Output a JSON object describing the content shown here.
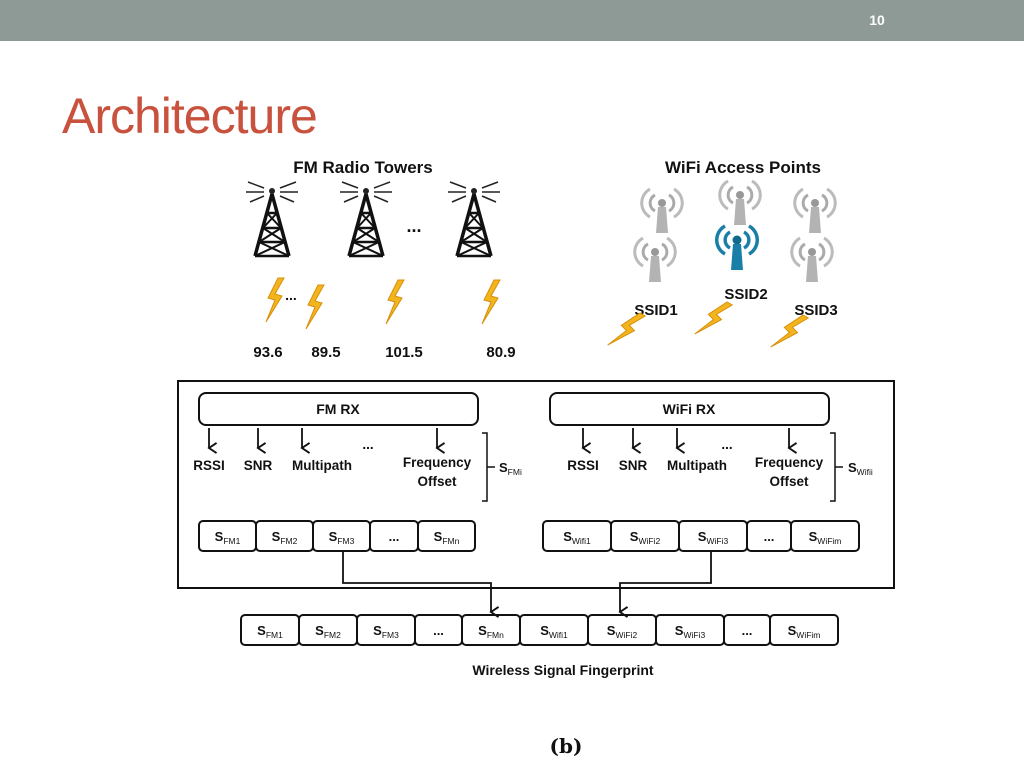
{
  "slide": {
    "number": "10",
    "title": "Architecture"
  },
  "figure": {
    "fm_header": "FM Radio Towers",
    "wifi_header": "WiFi Access Points",
    "fm_frequencies": [
      "93.6",
      "89.5",
      "101.5",
      "80.9"
    ],
    "ssids": [
      "SSID1",
      "SSID2",
      "SSID3"
    ],
    "ellipsis": "...",
    "fm_rx": {
      "label": "FM RX",
      "features": [
        "RSSI",
        "SNR",
        "Multipath",
        "...",
        "Frequency",
        "Offset"
      ],
      "bracket_label": "S",
      "bracket_sub": "FMi",
      "vector": [
        {
          "s": "S",
          "sub": "FM1"
        },
        {
          "s": "S",
          "sub": "FM2"
        },
        {
          "s": "S",
          "sub": "FM3"
        },
        {
          "s": "...",
          "sub": ""
        },
        {
          "s": "S",
          "sub": "FMn"
        }
      ]
    },
    "wifi_rx": {
      "label": "WiFi RX",
      "features": [
        "RSSI",
        "SNR",
        "Multipath",
        "...",
        "Frequency",
        "Offset"
      ],
      "bracket_label": "S",
      "bracket_sub": "Wifii",
      "vector": [
        {
          "s": "S",
          "sub": "Wifi1"
        },
        {
          "s": "S",
          "sub": "WiFi2"
        },
        {
          "s": "S",
          "sub": "WiFi3"
        },
        {
          "s": "...",
          "sub": ""
        },
        {
          "s": "S",
          "sub": "WiFim"
        }
      ]
    },
    "fingerprint": [
      {
        "s": "S",
        "sub": "FM1"
      },
      {
        "s": "S",
        "sub": "FM2"
      },
      {
        "s": "S",
        "sub": "FM3"
      },
      {
        "s": "...",
        "sub": ""
      },
      {
        "s": "S",
        "sub": "FMn"
      },
      {
        "s": "S",
        "sub": "Wifi1"
      },
      {
        "s": "S",
        "sub": "WiFi2"
      },
      {
        "s": "S",
        "sub": "WiFi3"
      },
      {
        "s": "...",
        "sub": ""
      },
      {
        "s": "S",
        "sub": "WiFim"
      }
    ],
    "fingerprint_label": "Wireless Signal Fingerprint",
    "caption": "(b)"
  },
  "colors": {
    "topbar": "#8d9a96",
    "title": "#c8523d",
    "bolt": "#f2b51d",
    "ap_active": "#1a7fa6",
    "ap_gray": "#a9a9a9"
  },
  "icons": [
    "radio-tower-icon",
    "lightning-bolt-icon",
    "wifi-access-point-icon"
  ]
}
